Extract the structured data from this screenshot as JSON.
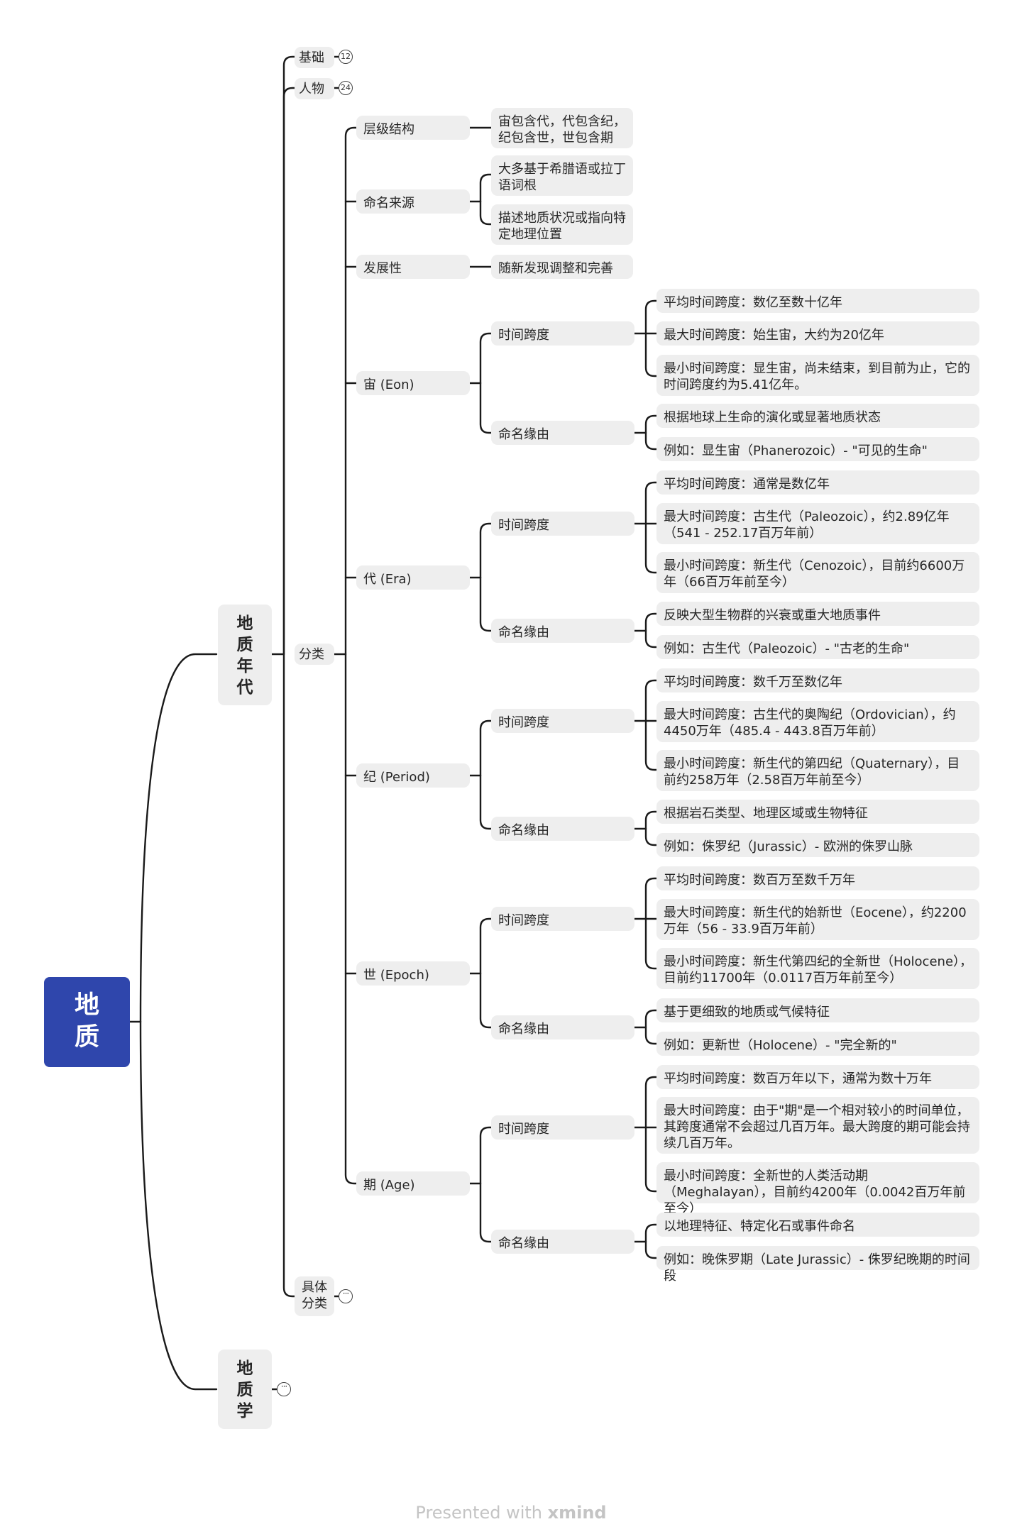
{
  "root": {
    "label": "地\n质"
  },
  "branch1": {
    "label": "地\n质\n年\n代",
    "basics": {
      "label": "基础",
      "count": "12"
    },
    "people": {
      "label": "人物",
      "count": "24"
    },
    "classify": {
      "label": "分类",
      "hierarchy": {
        "label": "层级结构",
        "detail": "宙包含代，代包含纪，纪包含世，世包含期"
      },
      "naming": {
        "label": "命名来源",
        "details": [
          "大多基于希腊语或拉丁语词根",
          "描述地质状况或指向特定地理位置"
        ]
      },
      "development": {
        "label": "发展性",
        "detail": "随新发现调整和完善"
      },
      "units": [
        {
          "label": "宙 (Eon)",
          "span_label": "时间跨度",
          "spans": [
            "平均时间跨度：数亿至数十亿年",
            "最大时间跨度：始生宙，大约为20亿年",
            "最小时间跨度：显生宙，尚未结束，到目前为止，它的时间跨度约为5.41亿年。"
          ],
          "origin_label": "命名缘由",
          "origins": [
            "根据地球上生命的演化或显著地质状态",
            "例如：显生宙（Phanerozoic）- \"可见的生命\""
          ]
        },
        {
          "label": "代 (Era)",
          "span_label": "时间跨度",
          "spans": [
            "平均时间跨度：通常是数亿年",
            "最大时间跨度：古生代（Paleozoic），约2.89亿年（541 - 252.17百万年前）",
            "最小时间跨度：新生代（Cenozoic），目前约6600万年（66百万年前至今）"
          ],
          "origin_label": "命名缘由",
          "origins": [
            "反映大型生物群的兴衰或重大地质事件",
            "例如：古生代（Paleozoic）- \"古老的生命\""
          ]
        },
        {
          "label": "纪 (Period)",
          "span_label": "时间跨度",
          "spans": [
            "平均时间跨度：数千万至数亿年",
            "最大时间跨度：古生代的奥陶纪（Ordovician），约4450万年（485.4 - 443.8百万年前）",
            "最小时间跨度：新生代的第四纪（Quaternary），目前约258万年（2.58百万年前至今）"
          ],
          "origin_label": "命名缘由",
          "origins": [
            "根据岩石类型、地理区域或生物特征",
            "例如：侏罗纪（Jurassic）- 欧洲的侏罗山脉"
          ]
        },
        {
          "label": "世 (Epoch)",
          "span_label": "时间跨度",
          "spans": [
            "平均时间跨度：数百万至数千万年",
            "最大时间跨度：新生代的始新世（Eocene），约2200万年（56 - 33.9百万年前）",
            "最小时间跨度：新生代第四纪的全新世（Holocene），目前约11700年（0.0117百万年前至今）"
          ],
          "origin_label": "命名缘由",
          "origins": [
            "基于更细致的地质或气候特征",
            "例如：更新世（Holocene）- \"完全新的\""
          ]
        },
        {
          "label": "期 (Age)",
          "span_label": "时间跨度",
          "spans": [
            "平均时间跨度：数百万年以下，通常为数十万年",
            "最大时间跨度：由于\"期\"是一个相对较小的时间单位，其跨度通常不会超过几百万年。最大跨度的期可能会持续几百万年。",
            "最小时间跨度：全新世的人类活动期（Meghalayan），目前约4200年（0.0042百万年前至今）"
          ],
          "origin_label": "命名缘由",
          "origins": [
            "以地理特征、特定化石或事件命名",
            "例如：晚侏罗期（Late Jurassic）- 侏罗纪晚期的时间段"
          ]
        }
      ]
    },
    "specific": {
      "label": "具体\n分类"
    }
  },
  "branch2": {
    "label": "地\n质\n学"
  },
  "footer": {
    "presented": "Presented with",
    "brand": "xmind"
  },
  "colors": {
    "root_bg": "#2f46ac",
    "node_bg": "#eeeeee",
    "line": "#1a1a1a"
  }
}
